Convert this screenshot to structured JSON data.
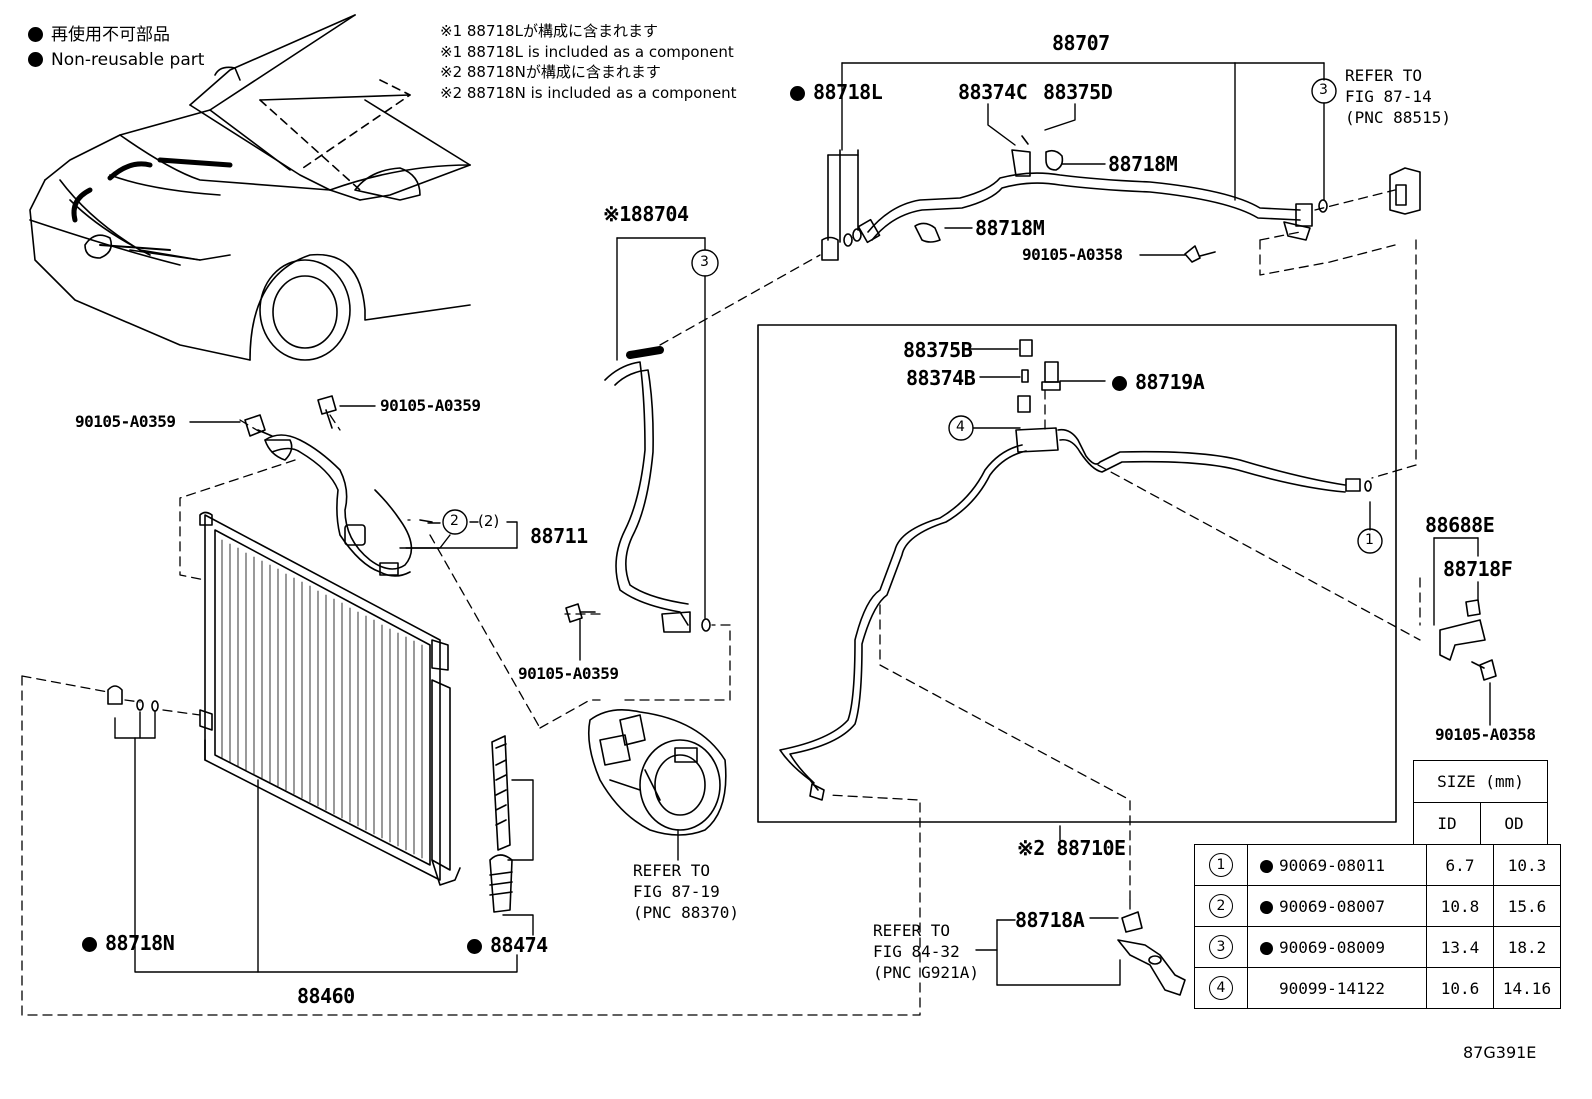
{
  "legend": {
    "line1": "再使用不可部品",
    "line2": "Non-reusable part"
  },
  "notes": [
    "※1 88718Lが構成に含まれます",
    "※1 88718L is included as a component",
    "※2 88718Nが構成に含まれます",
    "※2 88718N is included as a component"
  ],
  "parts": {
    "p88707": "88707",
    "p88718L": "88718L",
    "p88374C": "88374C",
    "p88375D": "88375D",
    "p88718M_top": "88718M",
    "p88718M_bottom": "88718M",
    "p90105_A0358_top": "90105-A0358",
    "p88704": "※188704",
    "p90105_A0359_left": "90105-A0359",
    "p90105_A0359_mid": "90105-A0359",
    "p90105_A0359_low": "90105-A0359",
    "p88711": "88711",
    "p88711_qty": "(2)",
    "p88375B": "88375B",
    "p88374B": "88374B",
    "p88719A": "88719A",
    "p88688E": "88688E",
    "p88718F": "88718F",
    "p90105_A0358_right": "90105-A0358",
    "p88710E": "※2 88710E",
    "p88718A": "88718A",
    "p88718N": "88718N",
    "p88474": "88474",
    "p88460": "88460"
  },
  "refs": {
    "fig87_14": "REFER TO\nFIG 87-14\n(PNC 88515)",
    "fig87_19": "REFER TO\nFIG 87-19\n(PNC 88370)",
    "fig84_32": "REFER TO\nFIG 84-32\n(PNC G921A)"
  },
  "callouts": [
    "1",
    "2",
    "3",
    "4"
  ],
  "size_table": {
    "header": "SIZE (mm)",
    "col_id": "ID",
    "col_od": "OD",
    "rows": [
      {
        "num": "1",
        "part": "90069-08011",
        "nonreusable": true,
        "id": "6.7",
        "od": "10.3"
      },
      {
        "num": "2",
        "part": "90069-08007",
        "nonreusable": true,
        "id": "10.8",
        "od": "15.6"
      },
      {
        "num": "3",
        "part": "90069-08009",
        "nonreusable": true,
        "id": "13.4",
        "od": "18.2"
      },
      {
        "num": "4",
        "part": "90099-14122",
        "nonreusable": false,
        "id": "10.6",
        "od": "14.16"
      }
    ]
  },
  "figure_code": "87G391E"
}
